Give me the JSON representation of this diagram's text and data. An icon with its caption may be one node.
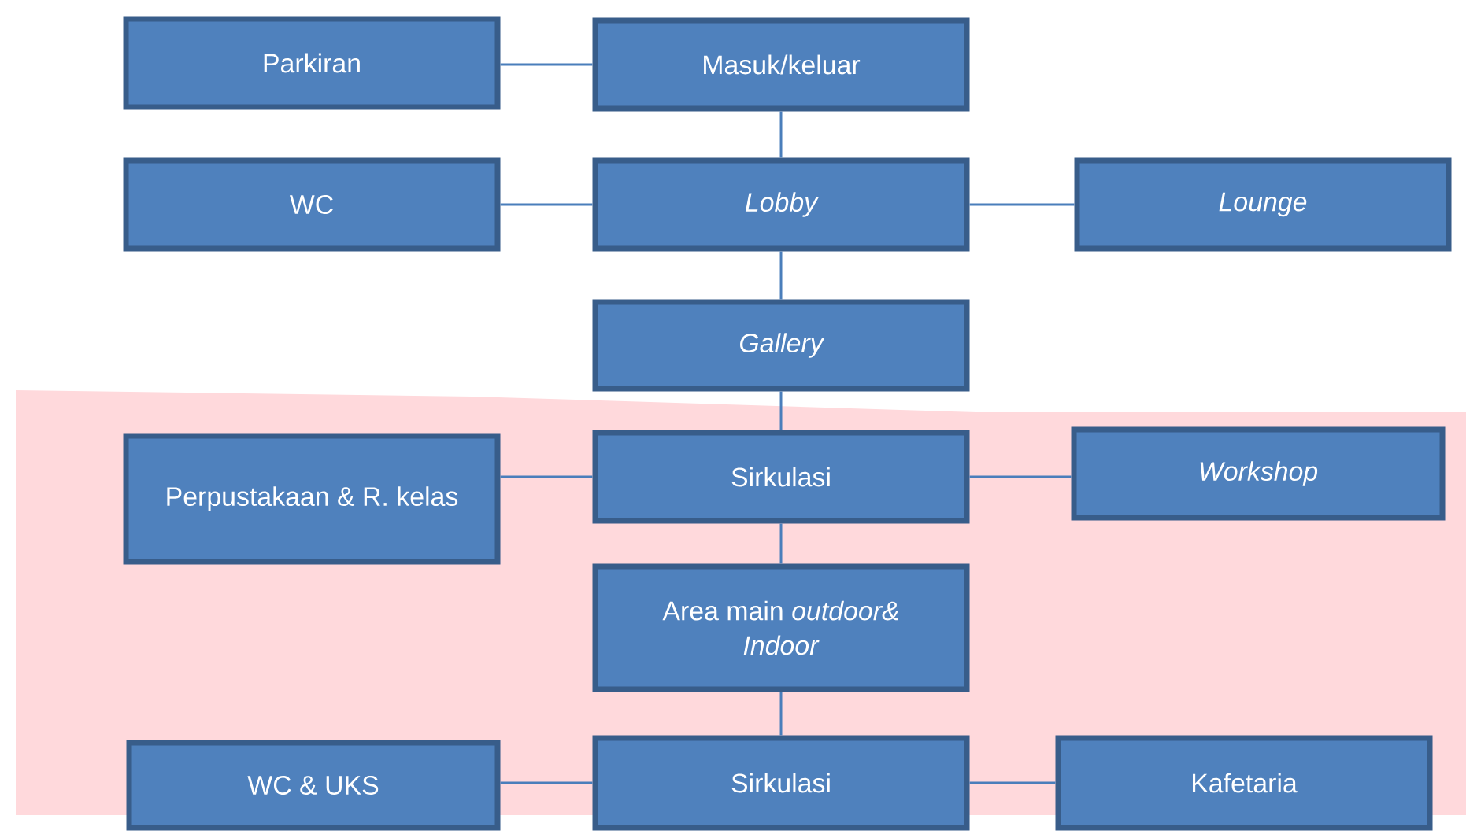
{
  "diagram": {
    "nodes": [
      {
        "text": [
          "Parkiran"
        ]
      },
      {
        "text": [
          "Masuk/keluar"
        ]
      },
      {
        "text": [
          "WC"
        ]
      },
      {
        "text": [
          "Lobby"
        ]
      },
      {
        "text": [
          "Lounge"
        ]
      },
      {
        "text": [
          "Gallery"
        ]
      },
      {
        "text": [
          "Perpustakaan & R. kelas"
        ]
      },
      {
        "text": [
          "Sirkulasi"
        ]
      },
      {
        "text": [
          "Workshop"
        ]
      },
      {
        "text": [
          "Area main *outdoor& Indoor*"
        ]
      },
      {
        "text": [
          "WC & UKS"
        ]
      },
      {
        "text": [
          "Sirkulasi"
        ]
      },
      {
        "text": [
          "Kafetaria"
        ]
      }
    ],
    "edges": [
      {
        "from": 0,
        "to": 1,
        "arrow": "none"
      },
      {
        "from": 1,
        "to": 3,
        "arrow": "none"
      },
      {
        "from": 2,
        "to": 3,
        "arrow": "none"
      },
      {
        "from": 3,
        "to": 4,
        "arrow": "none"
      },
      {
        "from": 3,
        "to": 5,
        "arrow": "none"
      },
      {
        "from": 5,
        "to": 7,
        "arrow": "none"
      },
      {
        "from": 6,
        "to": 7,
        "arrow": "none"
      },
      {
        "from": 7,
        "to": 8,
        "arrow": "none"
      },
      {
        "from": 7,
        "to": 9,
        "arrow": "none"
      },
      {
        "from": 9,
        "to": 11,
        "arrow": "none"
      },
      {
        "from": 10,
        "to": 11,
        "arrow": "none"
      },
      {
        "from": 11,
        "to": 12,
        "arrow": "none"
      }
    ]
  }
}
